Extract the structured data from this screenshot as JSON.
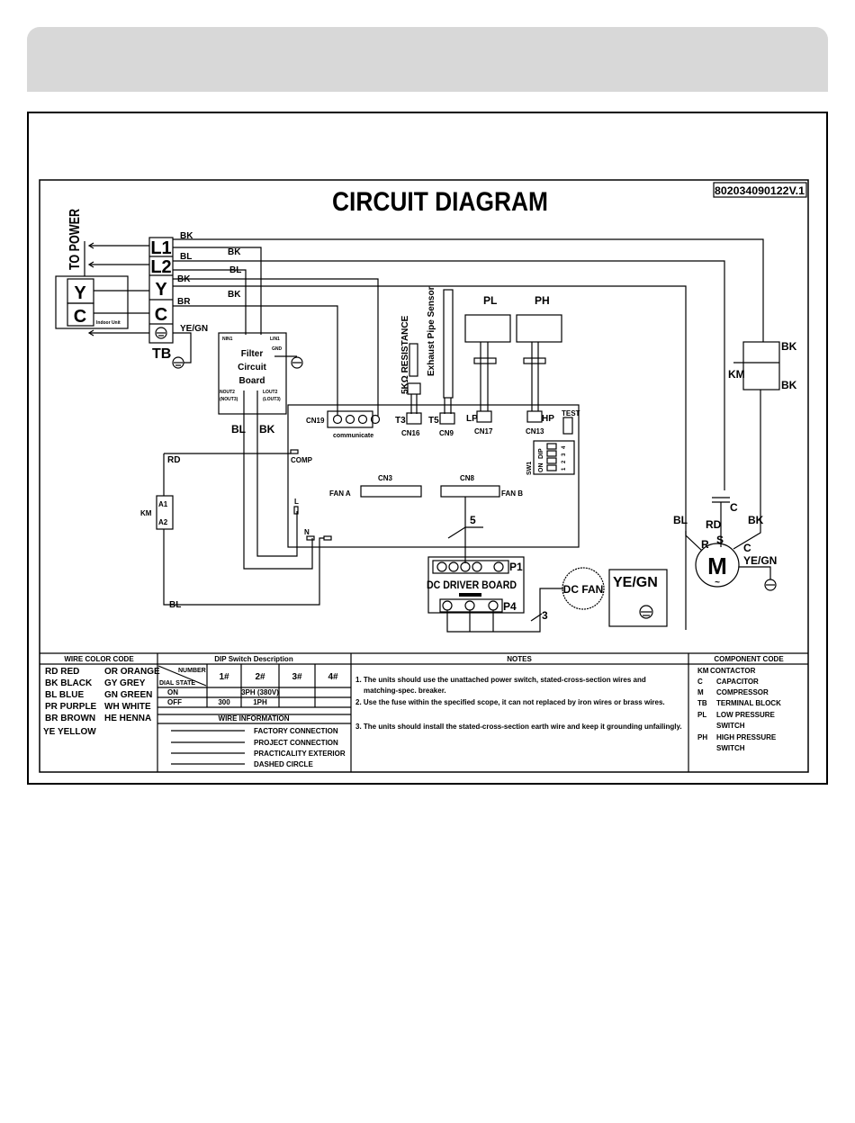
{
  "header_bar": {
    "color": "#d8d8d8"
  },
  "diagram": {
    "title": "CIRCUIT DIAGRAM",
    "code": "802034090122V.1",
    "to_power": "TO POWER",
    "indoor_unit": "Indoor Unit",
    "terminal_block": {
      "name": "TB",
      "terminals": [
        "L1",
        "L2",
        "Y",
        "C"
      ]
    },
    "indoor_terminals": [
      "Y",
      "C"
    ],
    "wire_labels": {
      "l1": "BK",
      "l1b": "BK",
      "l2": "BL",
      "y": "BK",
      "yb": "BK",
      "c": "BR",
      "ground": "YE/GN",
      "filter_out_l": "BL",
      "filter_out_r": "BK",
      "rd": "RD",
      "bl_bottom": "BL"
    },
    "filter_board": {
      "title_1": "Filter",
      "title_2": "Circuit",
      "title_3": "Board",
      "nin": "NIN1",
      "lin": "LIN1",
      "gnd": "GND",
      "nout": "NOUT2",
      "nout2": "(NOUT3)",
      "lout": "LOUT2",
      "lout2": "(LOUT3)"
    },
    "main_board": {
      "cn19": "CN19",
      "communicate": "communicate",
      "t3": "T3",
      "cn16": "CN16",
      "t5": "T5",
      "cn9": "CN9",
      "lp": "LP",
      "cn17": "CN17",
      "hp": "HP",
      "cn13": "CN13",
      "test": "TEST",
      "comp": "COMP",
      "cn3": "CN3",
      "fan_a": "FAN A",
      "cn8": "CN8",
      "fan_b": "FAN B",
      "l": "L",
      "n": "N",
      "sw1": "SW1",
      "dip": "DIP",
      "on": "ON",
      "dip_numbers": [
        "1",
        "2",
        "3",
        "4"
      ]
    },
    "sensors": {
      "resistance": "5KΩ RESISTANCE",
      "exhaust": "Exhaust Pipe Sensor",
      "pl": "PL",
      "ph": "PH"
    },
    "contactor": {
      "km": "KM",
      "a1": "A1",
      "a2": "A2",
      "bk_top": "BK",
      "bk_bottom": "BK"
    },
    "dc_driver": {
      "title": "DC DRIVER BOARD",
      "p1": "P1",
      "p4": "P4",
      "wires_5": "5",
      "wires_3": "3"
    },
    "dc_fan": {
      "label": "DC FAN",
      "ground": "YE/GN"
    },
    "compressor": {
      "m": "M",
      "tilde": "~",
      "r": "R",
      "s": "S",
      "c": "C",
      "cap": "C",
      "bl": "BL",
      "rd": "RD",
      "bk": "BK",
      "ground": "YE/GN"
    }
  },
  "wire_color_code": {
    "header": "WIRE COLOR CODE",
    "left": [
      "RD  RED",
      "BK  BLACK",
      "BL  BLUE",
      "PR  PURPLE",
      "BR  BROWN",
      "YE  YELLOW"
    ],
    "right": [
      "OR  ORANGE",
      "GY  GREY",
      "GN  GREEN",
      "WH  WHITE",
      "HE  HENNA"
    ]
  },
  "dip_switch": {
    "header": "DIP Switch Description",
    "number": "NUMBER",
    "dial_state": "DIAL STATE",
    "columns": [
      "1#",
      "2#",
      "3#",
      "4#"
    ],
    "on": "ON",
    "off": "OFF",
    "on_value": "3PH (380V)",
    "off_1": "300",
    "off_2": "1PH"
  },
  "wire_information": {
    "header": "WIRE INFORMATION",
    "items": [
      "FACTORY CONNECTION",
      "PROJECT CONNECTION",
      "PRACTICALITY EXTERIOR",
      "DASHED CIRCLE"
    ]
  },
  "notes": {
    "header": "NOTES",
    "items": [
      "1. The units should use the unattached power switch, stated-cross-section wires and",
      "matching-spec. breaker.",
      "2. Use the fuse within the specified scope, it can not replaced by iron wires or brass wires.",
      "3. The units should install the stated-cross-section earth wire and keep it grounding unfailingly."
    ]
  },
  "component_code": {
    "header": "COMPONENT CODE",
    "items": [
      {
        "code": "KM",
        "desc": "CONTACTOR"
      },
      {
        "code": "C",
        "desc": "CAPACITOR"
      },
      {
        "code": "M",
        "desc": "COMPRESSOR"
      },
      {
        "code": "TB",
        "desc": "TERMINAL BLOCK"
      },
      {
        "code": "PL",
        "desc": "LOW PRESSURE",
        "desc2": "SWITCH"
      },
      {
        "code": "PH",
        "desc": "HIGH PRESSURE",
        "desc2": "SWITCH"
      }
    ]
  }
}
